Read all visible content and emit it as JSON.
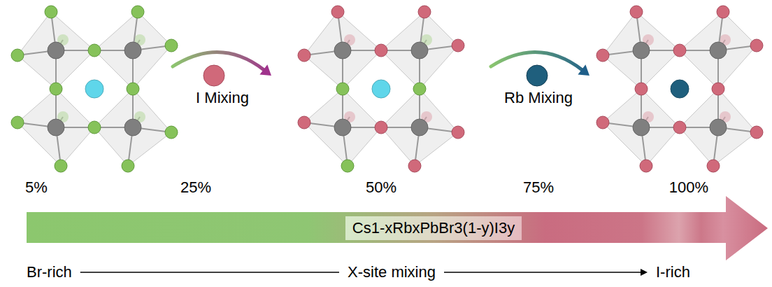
{
  "diagram": {
    "nodes": [
      {
        "text": [
          "Cs1-xRbxPbBr3(1-y)I3y"
        ]
      }
    ],
    "labels": [
      "I Mixing",
      "Rb Mixing",
      "5%",
      "25%",
      "50%",
      "75%",
      "100%",
      "Br-rich",
      "X-site mixing",
      "I-rich"
    ]
  }
}
